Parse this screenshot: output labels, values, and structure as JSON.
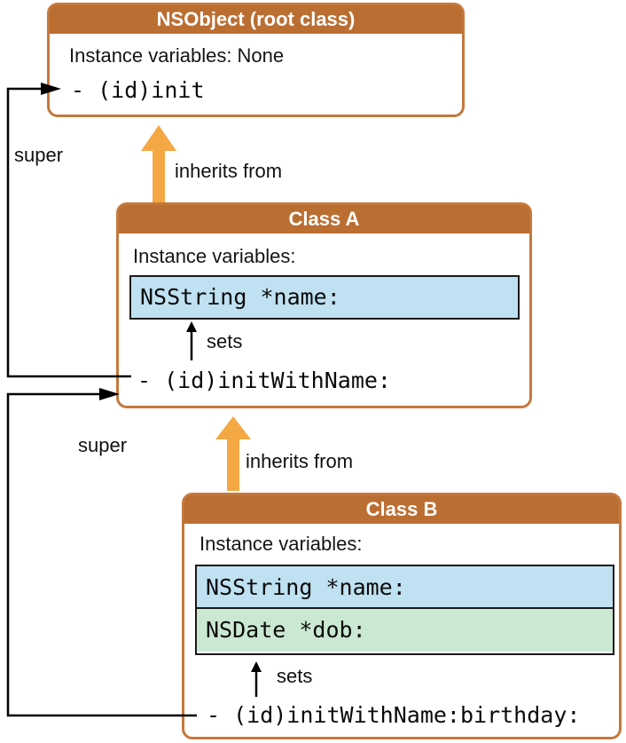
{
  "colors": {
    "header_bg": "#BB6E32",
    "box_border": "#C5783C",
    "inherit_arrow": "#F4A843",
    "ivar_blue": "#BFE1F1",
    "ivar_green": "#CBE8D2"
  },
  "nsobject": {
    "title": "NSObject (root class)",
    "ivars_label": "Instance variables: None",
    "method": "- (id)init"
  },
  "class_a": {
    "title": "Class A",
    "ivars_label": "Instance variables:",
    "ivars": [
      {
        "name": "NSString *name:"
      }
    ],
    "method": "- (id)initWithName:"
  },
  "class_b": {
    "title": "Class B",
    "ivars_label": "Instance variables:",
    "ivars": [
      {
        "name": "NSString *name:"
      },
      {
        "name": "NSDate *dob:"
      }
    ],
    "method": "- (id)initWithName:birthday:"
  },
  "labels": {
    "super_a": "super",
    "super_b": "super",
    "inherits_a": "inherits from",
    "inherits_b": "inherits from",
    "sets_a": "sets",
    "sets_b": "sets"
  }
}
